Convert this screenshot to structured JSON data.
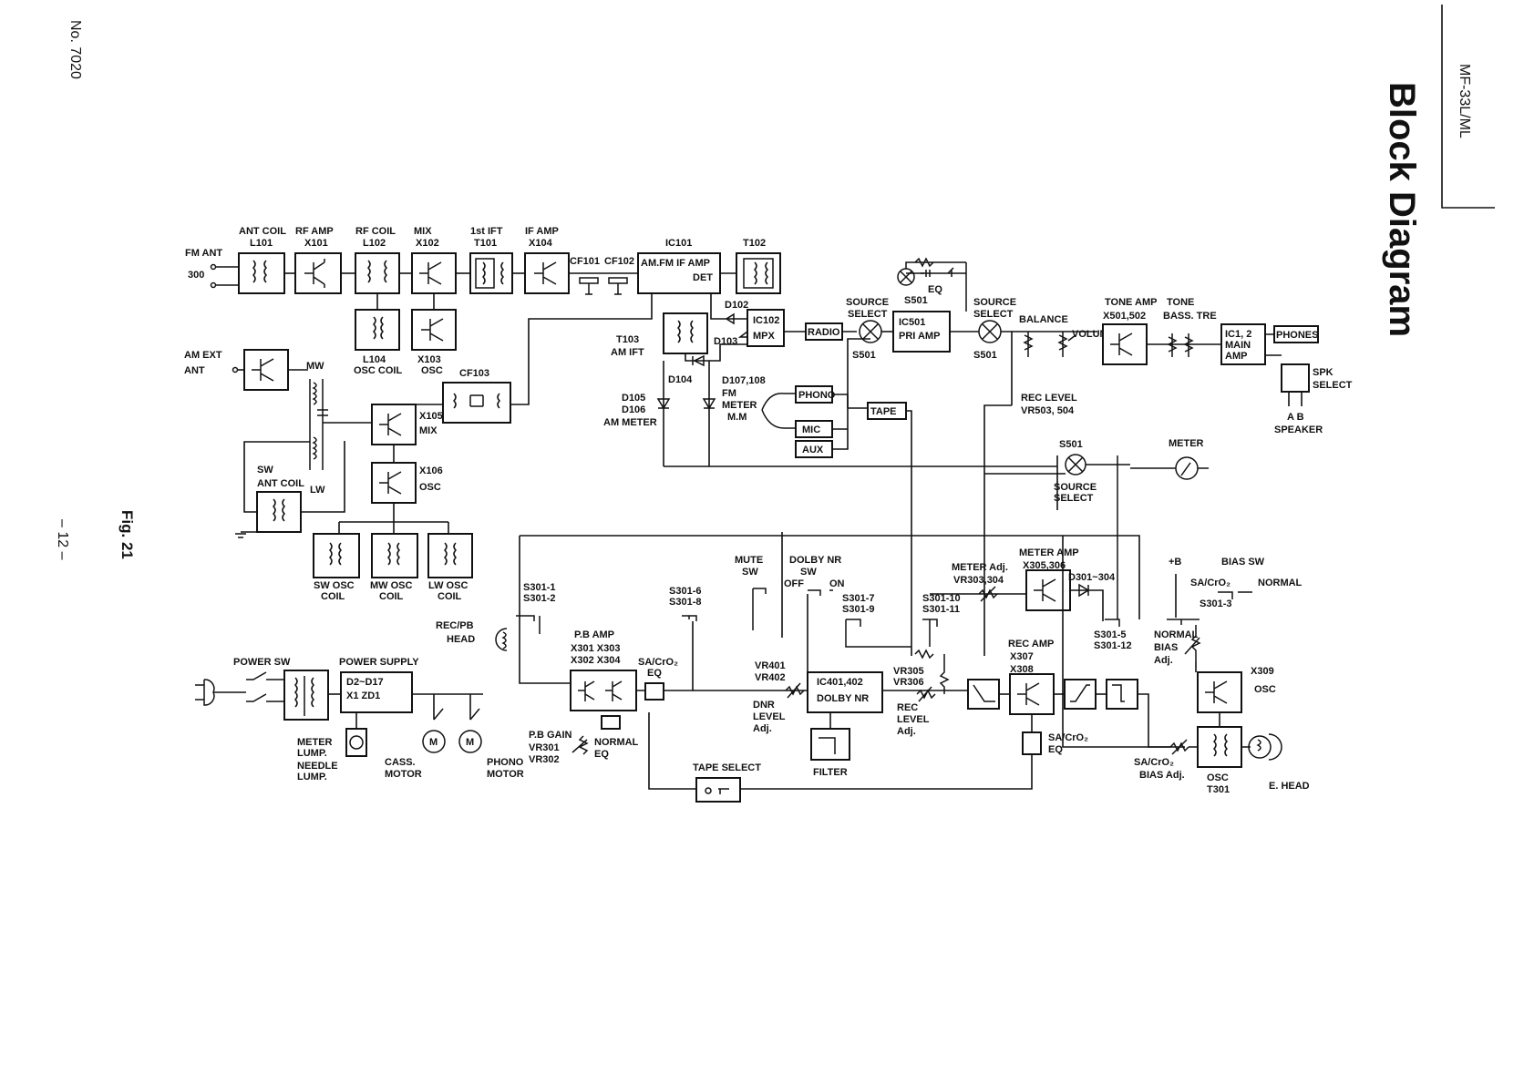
{
  "page": {
    "title": "Block Diagram",
    "model": "MF-33L/ML",
    "doc_no": "No. 7020",
    "figure": "Fig. 21",
    "page_no": "– 12 –"
  },
  "labels": {
    "fm_ant": "FM  ANT",
    "fm_300": "300",
    "ant_coil": "ANT COIL",
    "l101": "L101",
    "rf_amp": "RF AMP",
    "x101": "X101",
    "rf_coil": "RF COIL",
    "l102": "L102",
    "mix": "MIX",
    "x102": "X102",
    "first_ift": "1st  IFT",
    "t101": "T101",
    "if_amp": "IF  AMP",
    "x104": "X104",
    "cf101": "CF101",
    "cf102": "CF102",
    "ic101": "IC101",
    "ic101_box": "AM.FM IF AMP",
    "det": "DET",
    "t102": "T102",
    "l104": "L104",
    "osc_coil": "OSC COIL",
    "x103": "X103",
    "osc": "OSC",
    "am_ext": "AM  EXT",
    "ant": "ANT",
    "mw": "MW",
    "cf103": "CF103",
    "x105": "X105",
    "x105_mix": "MIX",
    "x106": "X106",
    "x106_osc": "OSC",
    "sw": "SW",
    "sw_ant_coil": "ANT COIL",
    "lw": "LW",
    "sw_osc": "SW OSC",
    "mw_osc": "MW OSC",
    "lw_osc": "LW OSC",
    "coil": "COIL",
    "t103": "T103",
    "am_ift": "AM IFT",
    "d102": "D102",
    "d103": "D103",
    "ic102": "IC102",
    "mpx": "MPX",
    "d104": "D104",
    "d105": "D105",
    "d106": "D106",
    "am_meter": "AM METER",
    "d107": "D107,108",
    "fm": "FM",
    "meter": "METER",
    "mm": "M.M",
    "phono": "PHONO",
    "mic": "MIC",
    "aux": "AUX",
    "radio": "RADIO",
    "tape": "TAPE",
    "source": "SOURCE",
    "select": "SELECT",
    "s501": "S501",
    "ic501": "IC501",
    "pri_amp": "PRI  AMP",
    "eq": "EQ",
    "balance": "BALANCE",
    "volume": "VOLUME",
    "rec_level": "REC LEVEL",
    "vr503": "VR503, 504",
    "tone_amp": "TONE AMP",
    "x501": "X501,502",
    "tone": "TONE",
    "bass_tre": "BASS. TRE",
    "ic12": "IC1, 2",
    "main": "MAIN",
    "amp": "AMP",
    "phones": "PHONES",
    "spk": "SPK",
    "spk_select": "SELECT",
    "ab": "A    B",
    "speaker": "SPEAKER",
    "meter_top": "METER",
    "mute": "MUTE",
    "mute_sw": "SW",
    "dolby_nr": "DOLBY NR",
    "dolby_sw": "SW",
    "off": "OFF",
    "on": "ON",
    "meter_adj": "METER Adj.",
    "vr303": "VR303,304",
    "meter_amp": "METER AMP",
    "x305": "X305,306",
    "d301": "D301~304",
    "plus_b": "+B",
    "bias_sw": "BIAS  SW",
    "sa_cro2": "SA/CrO₂",
    "normal": "NORMAL",
    "s301_1": "S301-1",
    "s301_2": "S301-2",
    "s301_6": "S301-6",
    "s301_8": "S301-8",
    "s301_7": "S301-7",
    "s301_9": "S301-9",
    "s301_10": "S301-10",
    "s301_11": "S301-11",
    "s301_3": "S301-3",
    "s301_5": "S301-5",
    "s301_12": "S301-12",
    "normal_bias": "NORMAL",
    "bias": "BIAS",
    "adj": "Adj.",
    "rec_pb": "REC/PB",
    "head": "HEAD",
    "pb_amp": "P.B  AMP",
    "x301": "X301  X303",
    "x302": "X302  X304",
    "sa_cro2_eq": "SA/CrO₂",
    "pb_eq": "EQ",
    "pb_gain": "P.B GAIN",
    "vr301": "VR301",
    "vr302": "VR302",
    "normal_eq": "NORMAL",
    "normal_eq2": "EQ",
    "vr401": "VR401",
    "vr402": "VR402",
    "dnr": "DNR",
    "level": "LEVEL",
    "dnr_adj": "Adj.",
    "ic401": "IC401,402",
    "dolby_nr_box": "DOLBY  NR",
    "filter": "FILTER",
    "vr305": "VR305",
    "vr306": "VR306",
    "rec": "REC",
    "rec_level2": "LEVEL",
    "rec_adj": "Adj.",
    "rec_amp": "REC AMP",
    "x307": "X307",
    "x308": "X308",
    "rec_eq": "SA/CrO₂",
    "rec_eq2": "EQ",
    "x309": "X309",
    "x309_osc": "OSC",
    "sa_bias": "SA/CrO₂",
    "bias_adj": "BIAS  Adj.",
    "osc_t301": "OSC",
    "t301": "T301",
    "e_head": "E. HEAD",
    "tape_select": "TAPE  SELECT",
    "power_sw": "POWER SW",
    "power_supply": "POWER SUPPLY",
    "d2_d17": "D2~D17",
    "x1_zd1": "X1  ZD1",
    "meter_lump": "METER",
    "lump": "LUMP.",
    "needle": "NEEDLE",
    "lump2": "LUMP.",
    "cass": "CASS.",
    "motor": "MOTOR",
    "phono_m": "PHONO",
    "motor2": "MOTOR",
    "m": "M"
  }
}
